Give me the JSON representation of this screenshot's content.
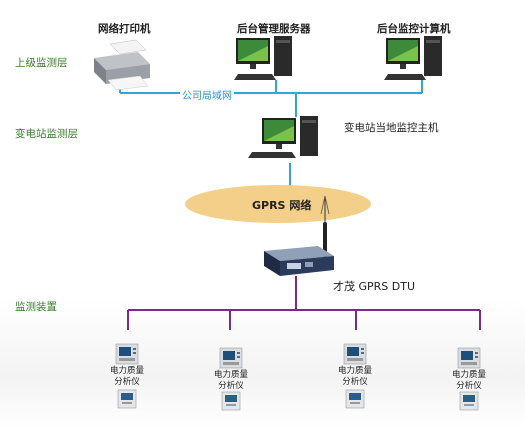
{
  "layers": {
    "upper": "上级监测层",
    "substation": "变电站监测层",
    "device": "监测装置"
  },
  "devices": {
    "printer": "网络打印机",
    "server": "后台管理服务器",
    "monitor_pc": "后台监控计算机",
    "host": "变电站当地监控主机",
    "dtu": "才茂 GPRS DTU"
  },
  "networks": {
    "lan": "公司局域网",
    "gprs": "GPRS 网络"
  },
  "meters": [
    {
      "line1": "电力质量",
      "line2": "分析仪"
    },
    {
      "line1": "电力质量",
      "line2": "分析仪"
    },
    {
      "line1": "电力质量",
      "line2": "分析仪"
    },
    {
      "line1": "电力质量",
      "line2": "分析仪"
    }
  ],
  "colors": {
    "lan_line": "#2ea4e0",
    "bus_line": "#7a2a8a",
    "layer_text": "#3a7d2c",
    "ellipse_fill": "#f3cf8a"
  }
}
